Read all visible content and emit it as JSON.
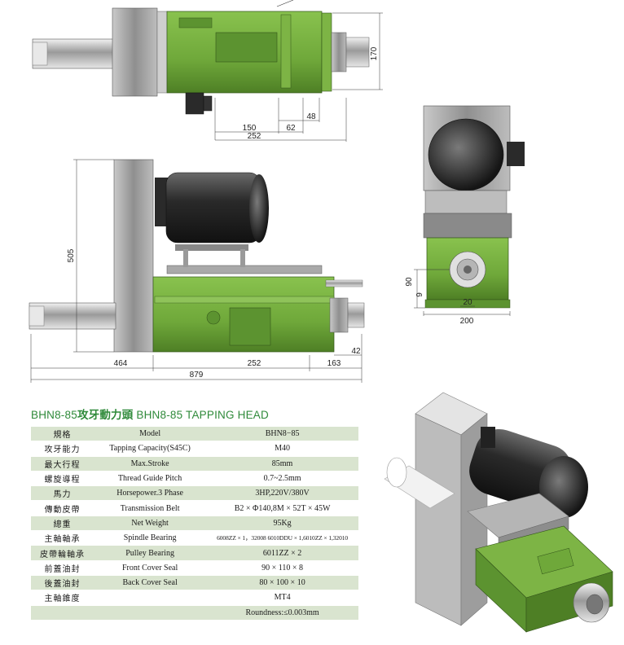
{
  "dimensions": {
    "top_height": "170",
    "top_48": "48",
    "top_150": "150",
    "top_62": "62",
    "top_252": "252",
    "side_505": "505",
    "side_464": "464",
    "side_252": "252",
    "side_163": "163",
    "side_42": "42",
    "side_879": "879",
    "end_90": "90",
    "end_9": "9",
    "end_20": "20",
    "end_200": "200"
  },
  "title": {
    "model_prefix": "BHN8-85",
    "cn": "攻牙動力頭",
    "en": "BHN8-85 TAPPING HEAD"
  },
  "spec": {
    "rows": [
      {
        "cn": "規格",
        "en": "Model",
        "value": "BHN8−85"
      },
      {
        "cn": "攻牙能力",
        "en": "Tapping Capacity(S45C)",
        "value": "M40"
      },
      {
        "cn": "最大行程",
        "en": "Max.Stroke",
        "value": "85mm"
      },
      {
        "cn": "螺旋導程",
        "en": "Thread Guide Pitch",
        "value": "0.7~2.5mm"
      },
      {
        "cn": "馬力",
        "en": "Horsepower.3 Phase",
        "value": "3HP,220V/380V"
      },
      {
        "cn": "傳動皮帶",
        "en": "Transmission Belt",
        "value": "B2 × Φ140,8M × 52T × 45W"
      },
      {
        "cn": "總重",
        "en": "Net Weight",
        "value": "95Kg"
      },
      {
        "cn": "主軸軸承",
        "en": "Spindle Bearing",
        "value": "6008ZZ × 1，32008 6010DDU × 1,6010ZZ × 1,32010"
      },
      {
        "cn": "皮帶輪軸承",
        "en": "Pulley Bearing",
        "value": "6011ZZ × 2"
      },
      {
        "cn": "前蓋油封",
        "en": "Front Cover Seal",
        "value": "90 × 110 × 8"
      },
      {
        "cn": "後蓋油封",
        "en": "Back Cover Seal",
        "value": "80 × 100 × 10"
      },
      {
        "cn": "主軸錐度",
        "en": "",
        "value": "MT4"
      },
      {
        "cn": "",
        "en": "",
        "value": "Roundness:≤0.003mm"
      }
    ]
  },
  "colors": {
    "machine_green": "#6fa83a",
    "dark_green": "#3f6d1f",
    "table_stripe": "#d9e4cf",
    "title_green": "#2f8a3a"
  }
}
